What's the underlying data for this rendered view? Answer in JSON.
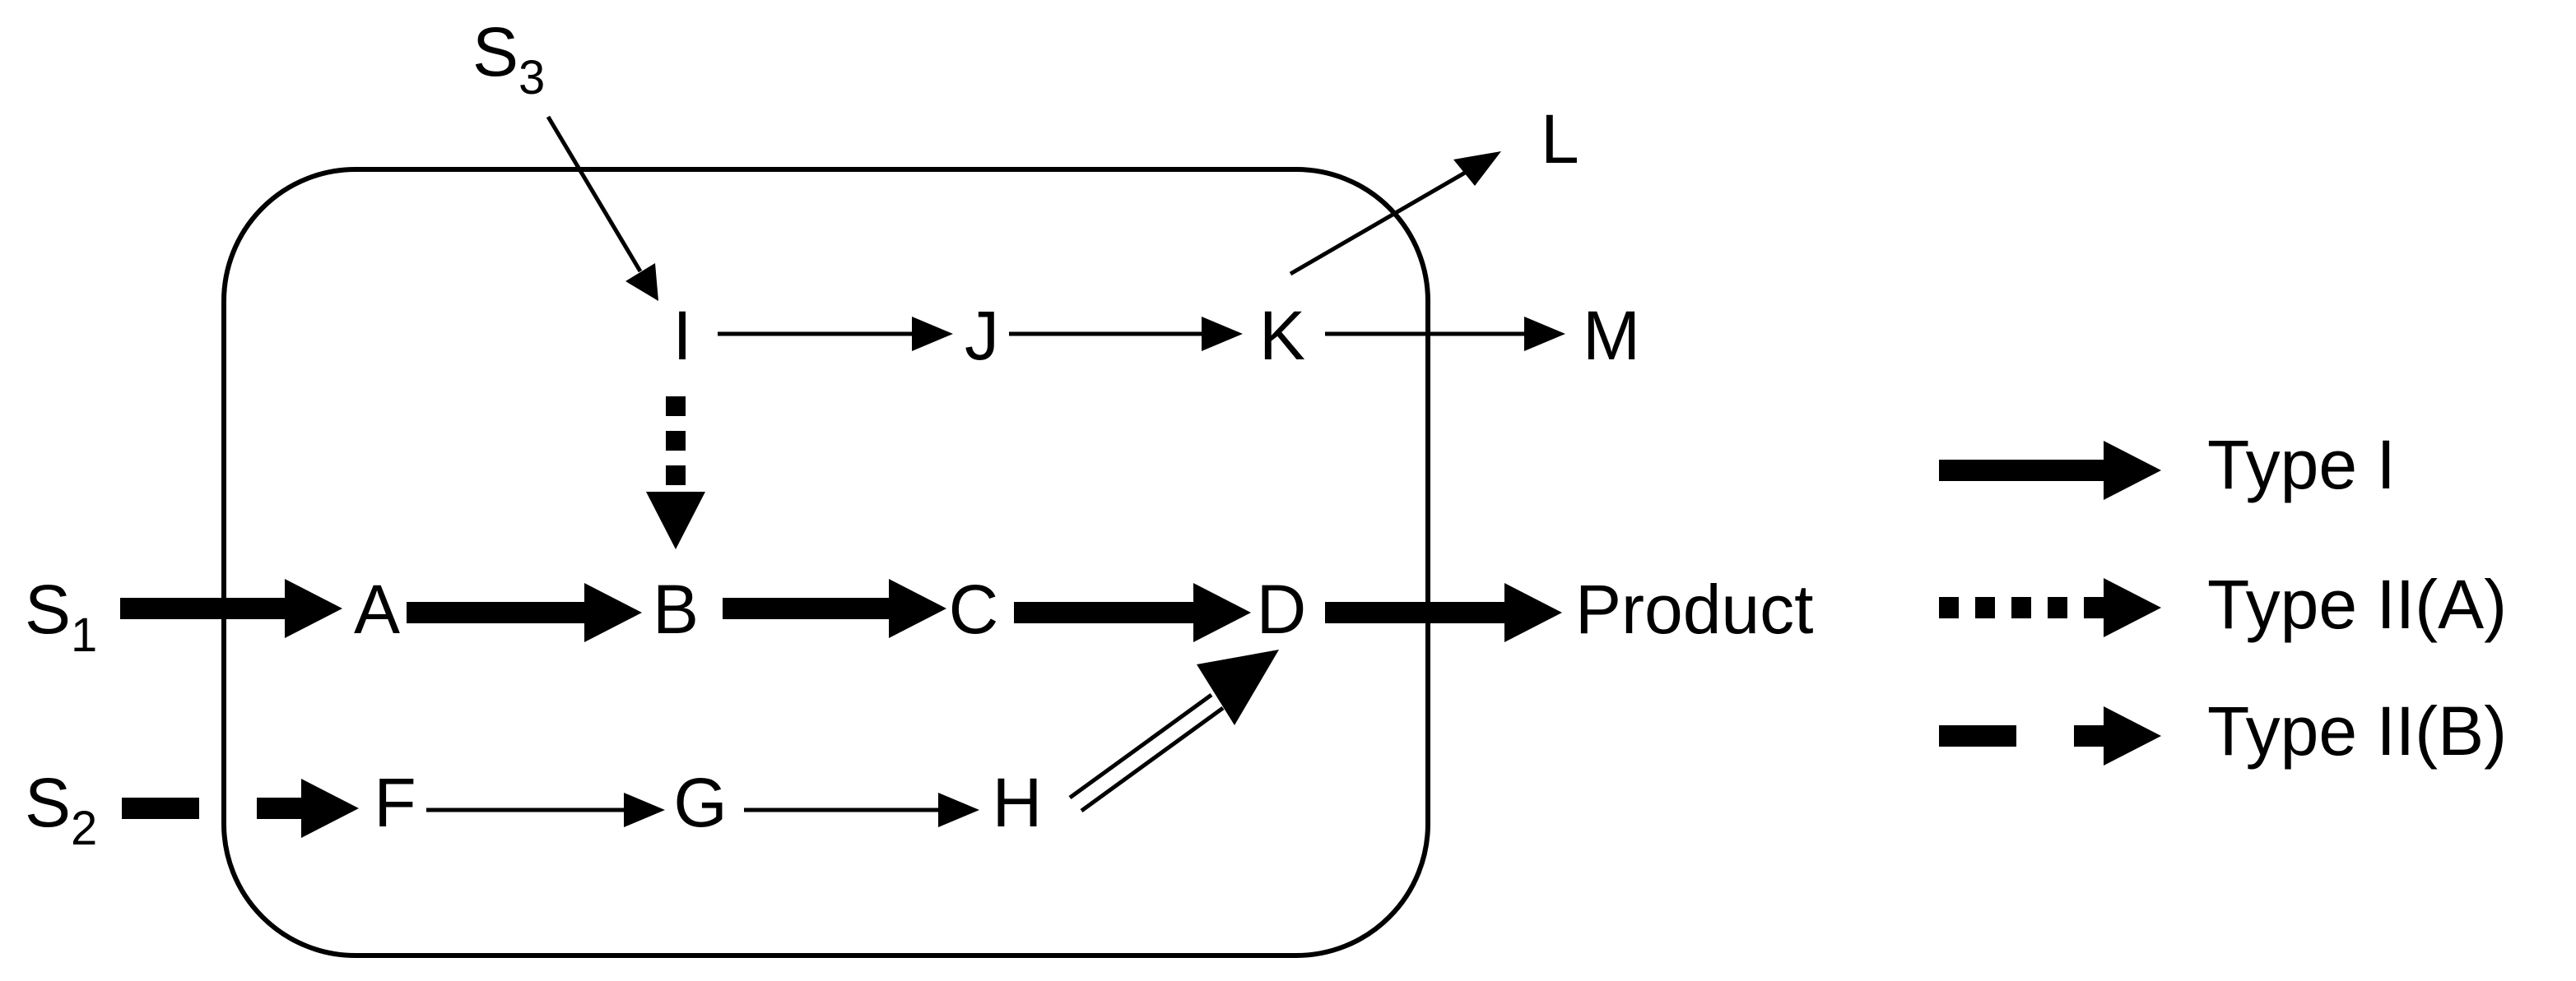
{
  "nodes": {
    "S1": {
      "base": "S",
      "sub": "1"
    },
    "S2": {
      "base": "S",
      "sub": "2"
    },
    "S3": {
      "base": "S",
      "sub": "3"
    },
    "A": "A",
    "B": "B",
    "C": "C",
    "D": "D",
    "F": "F",
    "G": "G",
    "H": "H",
    "I": "I",
    "J": "J",
    "K": "K",
    "L": "L",
    "M": "M",
    "product": "Product"
  },
  "legend": [
    {
      "label": "Type I",
      "style": "thick-solid"
    },
    {
      "label": "Type II(A)",
      "style": "thick-dotted"
    },
    {
      "label": "Type II(B)",
      "style": "thick-dashed"
    }
  ]
}
